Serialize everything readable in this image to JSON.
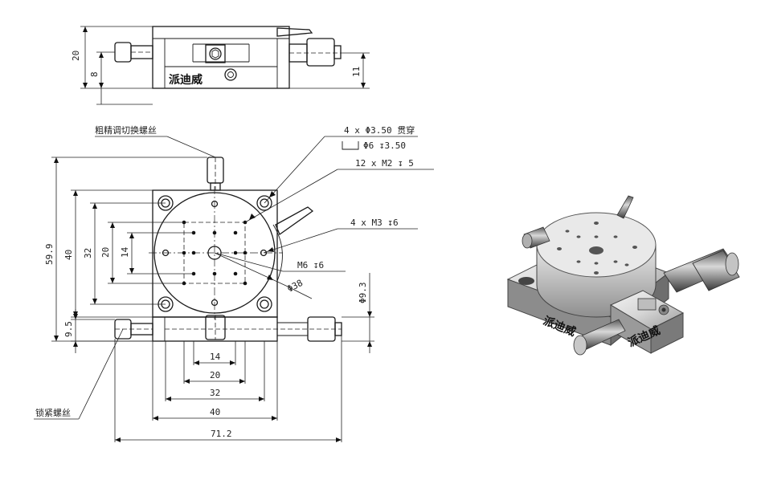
{
  "dimensions": {
    "front_20": "20",
    "front_8": "8",
    "front_11": "11",
    "total_599": "59.9",
    "v_40": "40",
    "v_32": "32",
    "v_20": "20",
    "v_14": "14",
    "v_95": "9.5",
    "v_93": "Φ9.3",
    "h_14": "14",
    "h_20": "20",
    "h_32": "32",
    "h_40": "40",
    "h_712": "71.2",
    "dia_38": "Φ38"
  },
  "callouts": {
    "coarse_fine_screw": "粗精调切换螺丝",
    "lock_screw": "锁紧螺丝",
    "through_holes": "4 x Φ3.50 贯穿",
    "counterbore": "Φ6 ↧3.50",
    "m2_holes": "12 x M2 ↧ 5",
    "m3_holes": "4 x M3 ↧6",
    "m6_hole": "M6 ↧6"
  },
  "brand": {
    "stamp_front": "派迪威",
    "stamp_3d_a": "派迪威",
    "stamp_3d_b": "派迪威"
  }
}
